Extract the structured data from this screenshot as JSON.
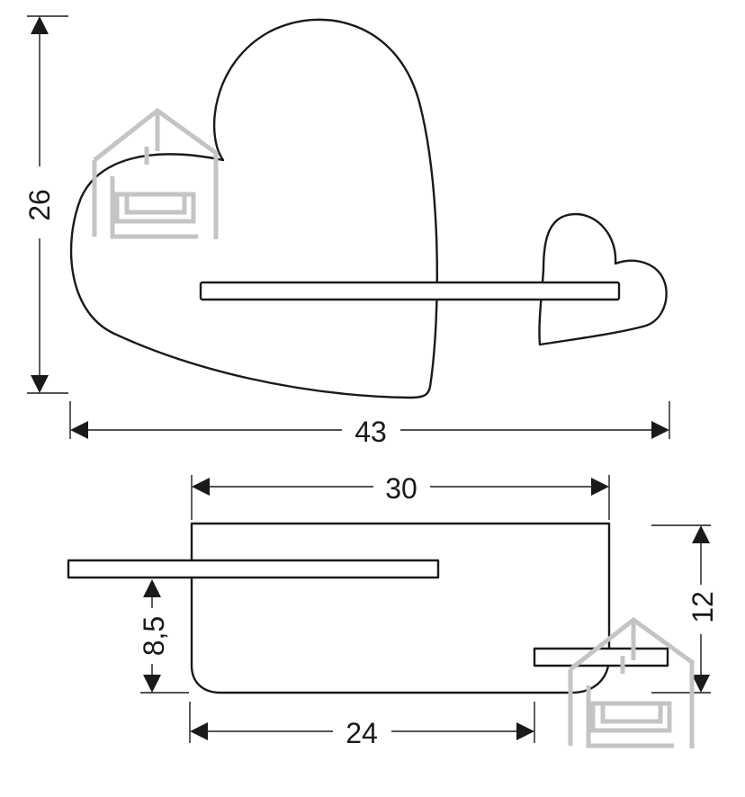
{
  "dimensions": {
    "top_height": "26",
    "top_width": "43",
    "bottom_depth": "30",
    "bottom_height": "12",
    "shelf_height": "8,5",
    "bottom_width": "24"
  },
  "colors": {
    "line": "#1a1a1a",
    "watermark": "#c4c4c4",
    "background": "#ffffff"
  }
}
